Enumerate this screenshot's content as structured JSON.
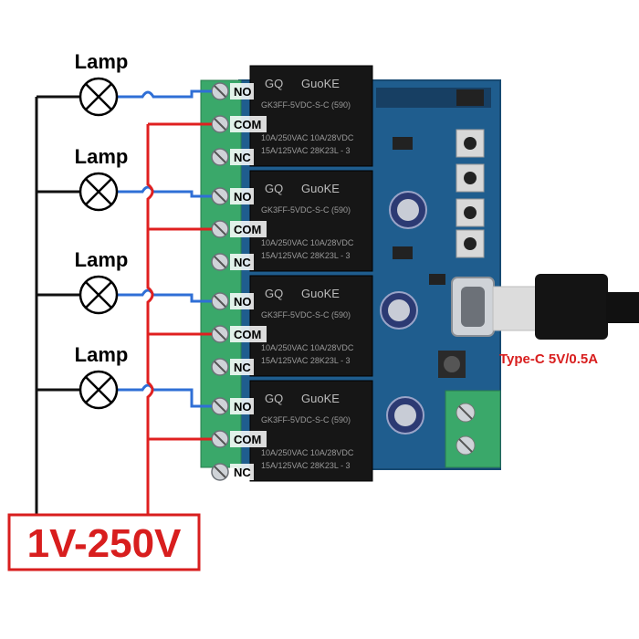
{
  "lamps": [
    {
      "label": "Lamp"
    },
    {
      "label": "Lamp"
    },
    {
      "label": "Lamp"
    },
    {
      "label": "Lamp"
    }
  ],
  "channels": [
    {
      "terminals": [
        "NO",
        "COM",
        "NC"
      ]
    },
    {
      "terminals": [
        "NO",
        "COM",
        "NC"
      ]
    },
    {
      "terminals": [
        "NO",
        "COM",
        "NC"
      ]
    },
    {
      "terminals": [
        "NO",
        "COM",
        "NC"
      ]
    }
  ],
  "relay": {
    "brand": "GuoKE",
    "logo": "GQ",
    "model": "GK3FF-5VDC-S-C (590)",
    "rating_1": "10A/250VAC   10A/28VDC",
    "rating_2": "15A/125VAC   28K23L - 3"
  },
  "power_supply": {
    "label": "1V-250V"
  },
  "usb": {
    "label": "Type-C 5V/0.5A"
  },
  "colors": {
    "wire_blue": "#2f6fd6",
    "wire_red": "#e02020",
    "wire_black": "#111111",
    "terminal_green": "#3aa86a",
    "relay_black": "#161616",
    "pcb_blue": "#1f5d8e",
    "label_red": "#d81e1e"
  }
}
